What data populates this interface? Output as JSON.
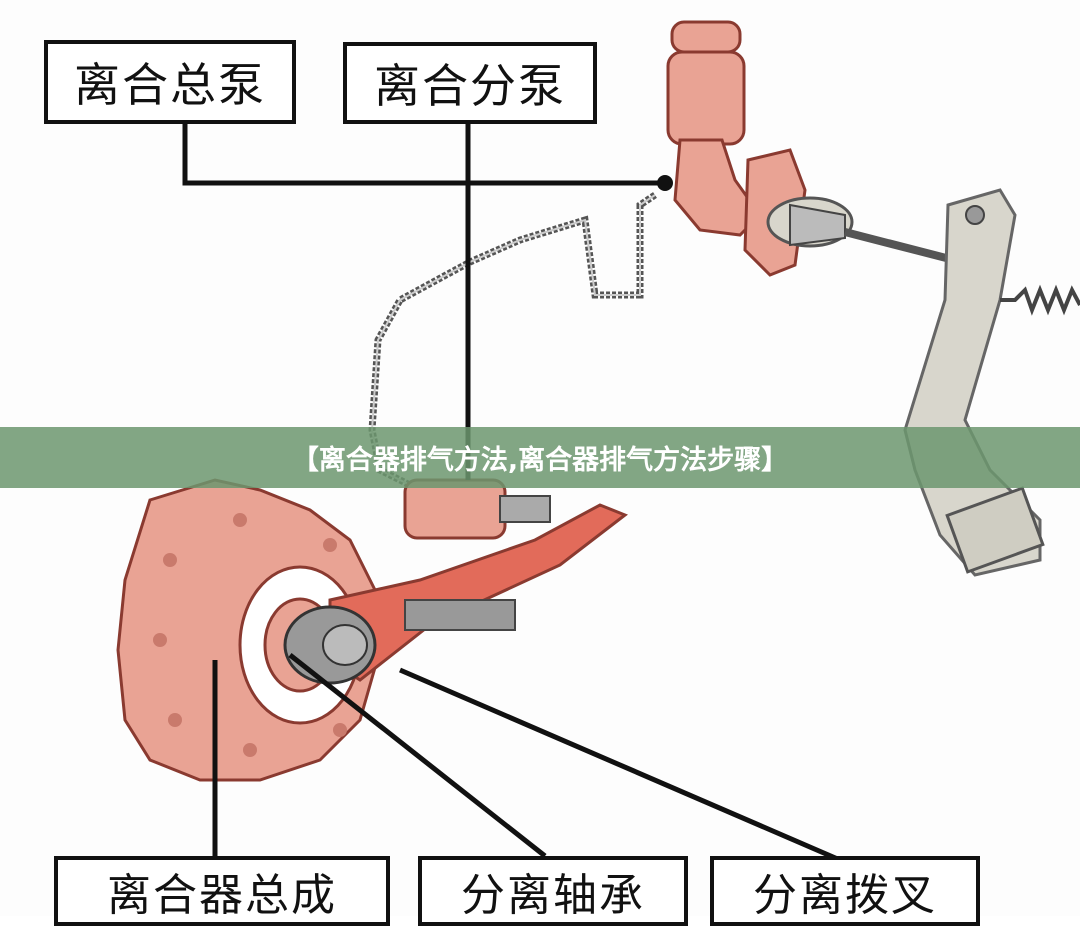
{
  "labels": {
    "master_pump": "离合总泵",
    "slave_pump": "离合分泵",
    "clutch_assembly": "离合器总成",
    "release_bearing": "分离轴承",
    "release_fork": "分离拨叉"
  },
  "banner": {
    "title": "【离合器排气方法,离合器排气方法步骤】"
  },
  "colors": {
    "part_fill": "#e9a394",
    "part_stroke": "#8a3a30",
    "pedal_fill": "#d8d6cc",
    "banner_bg": "#6c966e",
    "line": "#111111"
  }
}
